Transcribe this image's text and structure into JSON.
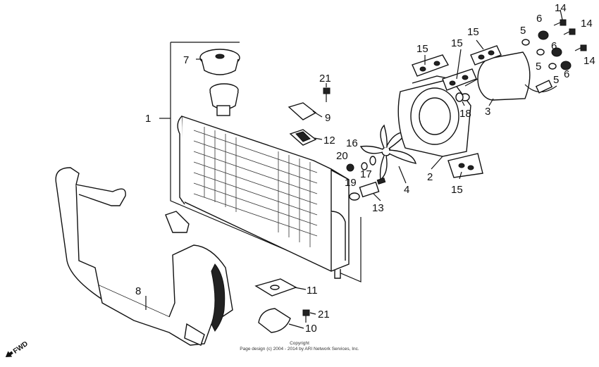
{
  "diagram": {
    "callouts": {
      "c1": "1",
      "c2": "2",
      "c3": "3",
      "c4": "4",
      "c5a": "5",
      "c5b": "5",
      "c5c": "5",
      "c6a": "6",
      "c6b": "6",
      "c6c": "6",
      "c7": "7",
      "c8": "8",
      "c9": "9",
      "c10": "10",
      "c11": "11",
      "c12": "12",
      "c13": "13",
      "c14a": "14",
      "c14b": "14",
      "c14c": "14",
      "c15a": "15",
      "c15b": "15",
      "c15c": "15",
      "c15d": "15",
      "c16": "16",
      "c17": "17",
      "c18": "18",
      "c19": "19",
      "c20": "20",
      "c21a": "21",
      "c21b": "21"
    },
    "direction_label": "FWD",
    "copyright_line1": "Copyright",
    "copyright_line2": "Page design (c) 2004 - 2014 by ARI Network Services, Inc."
  }
}
